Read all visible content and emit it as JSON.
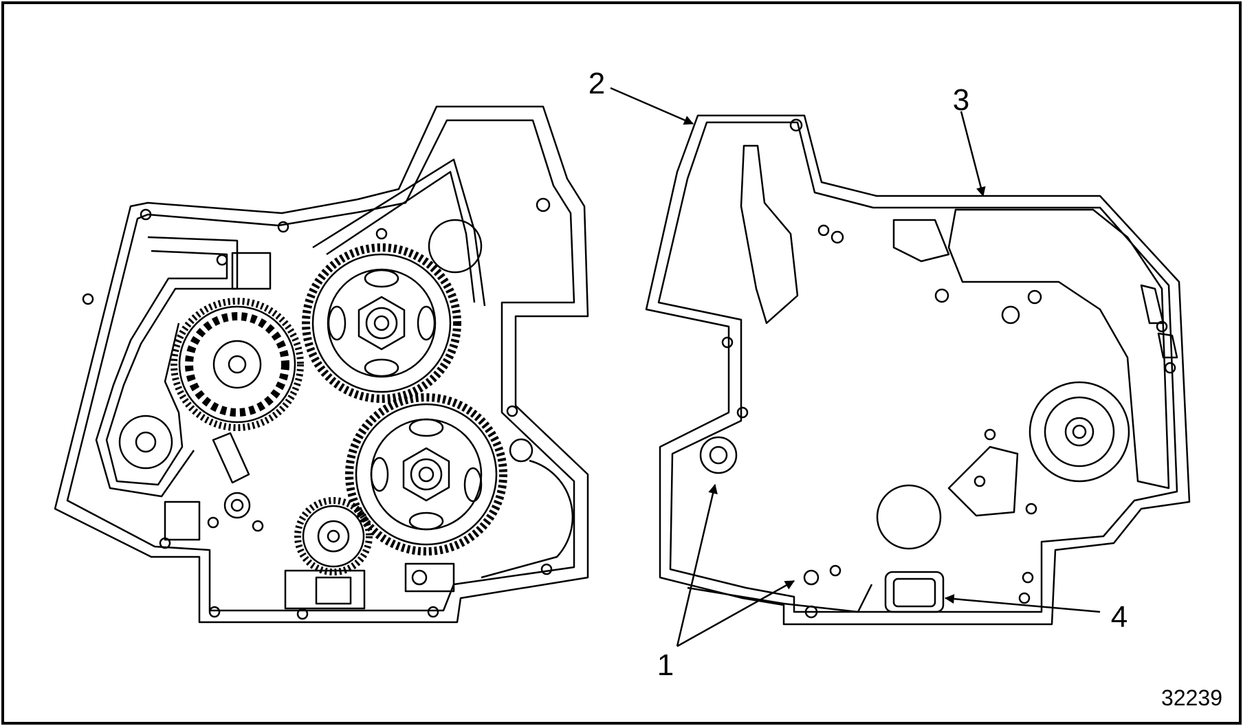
{
  "figure": {
    "figure_number": "32239",
    "callouts": [
      {
        "id": "callout-1",
        "label": "1"
      },
      {
        "id": "callout-2",
        "label": "2"
      },
      {
        "id": "callout-3",
        "label": "3"
      },
      {
        "id": "callout-4",
        "label": "4"
      }
    ]
  },
  "colors": {
    "line": "#000000",
    "background": "#ffffff"
  }
}
